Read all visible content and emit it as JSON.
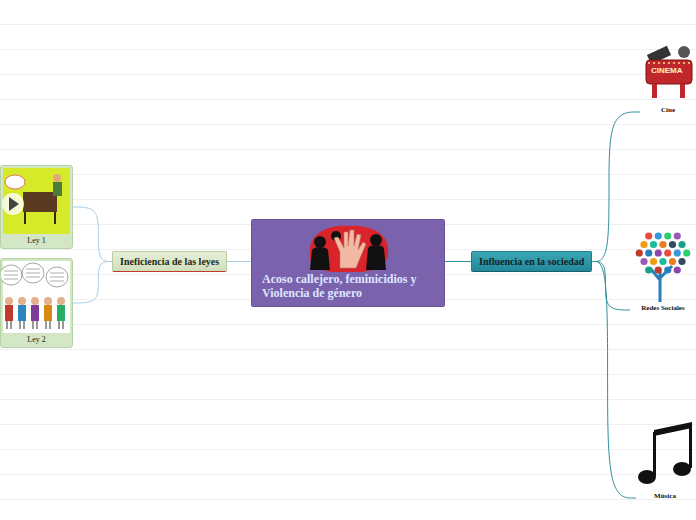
{
  "diagram": {
    "nodes": [
      {
        "text": [
          "Acoso callejero, feminicidios y Violencia de género"
        ]
      },
      {
        "text": [
          "Ineficiencia de las leyes"
        ]
      },
      {
        "text": [
          "Ley 1"
        ]
      },
      {
        "text": [
          "Ley 2"
        ]
      },
      {
        "text": [
          "Influencia en la sociedad"
        ]
      },
      {
        "text": [
          "Cine"
        ]
      },
      {
        "text": [
          "Redes Sociales"
        ]
      },
      {
        "text": [
          "Música"
        ]
      }
    ],
    "edges": [
      {
        "from": 0,
        "to": 1,
        "arrow": "none"
      },
      {
        "from": 1,
        "to": 2,
        "arrow": "none"
      },
      {
        "from": 1,
        "to": 3,
        "arrow": "none"
      },
      {
        "from": 0,
        "to": 4,
        "arrow": "none"
      },
      {
        "from": 4,
        "to": 5,
        "arrow": "none"
      },
      {
        "from": 4,
        "to": 6,
        "arrow": "none"
      },
      {
        "from": 4,
        "to": 7,
        "arrow": "none"
      }
    ],
    "labels": [
      "CINEMA"
    ]
  }
}
